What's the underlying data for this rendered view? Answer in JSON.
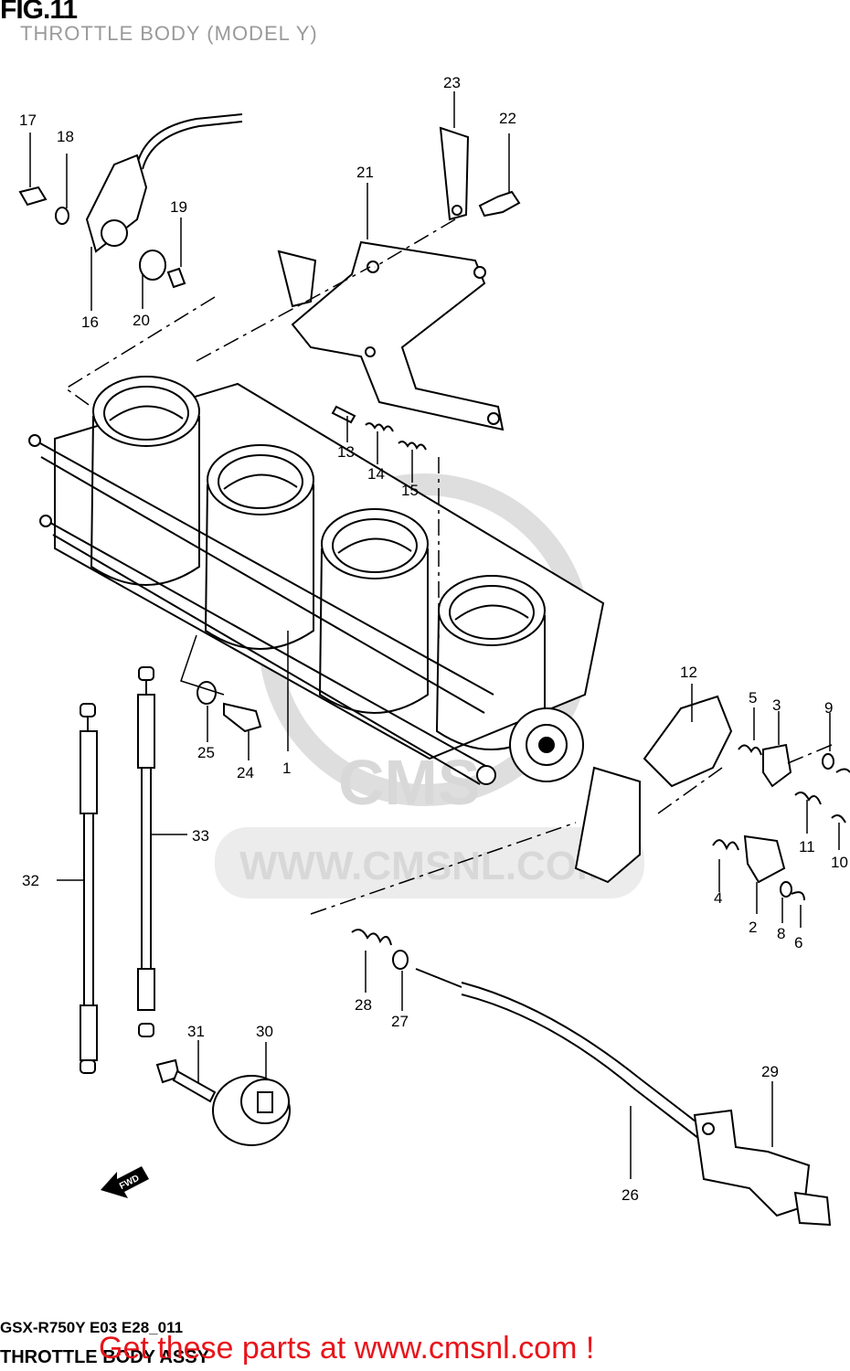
{
  "header": {
    "fig_label": "FIG.11",
    "title": "THROTTLE BODY (MODEL Y)"
  },
  "watermark": {
    "brand": "CMS",
    "url": "WWW.CMSNL.COM"
  },
  "callouts": [
    "1",
    "2",
    "3",
    "4",
    "5",
    "6",
    "8",
    "9",
    "10",
    "11",
    "12",
    "13",
    "14",
    "15",
    "16",
    "17",
    "18",
    "19",
    "20",
    "21",
    "22",
    "23",
    "24",
    "25",
    "26",
    "27",
    "28",
    "29",
    "30",
    "31",
    "32",
    "33"
  ],
  "fwd_marker": "FWD",
  "footer": {
    "model_code": "GSX-R750Y E03 E28_011",
    "assembly_name": "THROTTLE BODY ASSY",
    "promo": "Get these parts at www.cmsnl.com !"
  },
  "colors": {
    "line": "#000000",
    "watermark": "#d8d8d8",
    "promo": "#e8141b",
    "subtitle": "#9a9a9a"
  }
}
